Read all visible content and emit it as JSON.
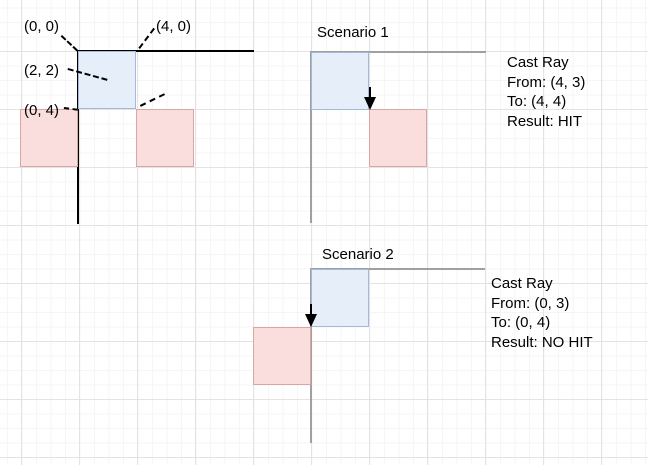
{
  "diagram": {
    "coordinate_labels": [
      {
        "name": "origin",
        "text": "(0, 0)"
      },
      {
        "name": "top-right",
        "text": "(4, 0)"
      },
      {
        "name": "cell-center",
        "text": "(2, 2)"
      },
      {
        "name": "bottom-left",
        "text": "(0, 4)"
      }
    ]
  },
  "scenarios": [
    {
      "title": "Scenario 1",
      "cast_ray_lines": [
        "Cast Ray",
        "From: (4, 3)",
        "To: (4, 4)",
        "Result: HIT"
      ]
    },
    {
      "title": "Scenario 2",
      "cast_ray_lines": [
        "Cast Ray",
        "From: (0, 3)",
        "To: (0, 4)",
        "Result: NO HIT"
      ]
    }
  ],
  "colors": {
    "blue-fill": "#e6eefa",
    "blue-stroke": "#a3b9d9",
    "pink-fill": "#f9dedd",
    "pink-stroke": "#dba5a1",
    "axis-black": "#000000",
    "axis-gray": "#a0a0a0",
    "arrow": "#000000",
    "text": "#000000",
    "grid-minor": "#f5f5f5",
    "grid-major": "#e3e3e3"
  }
}
